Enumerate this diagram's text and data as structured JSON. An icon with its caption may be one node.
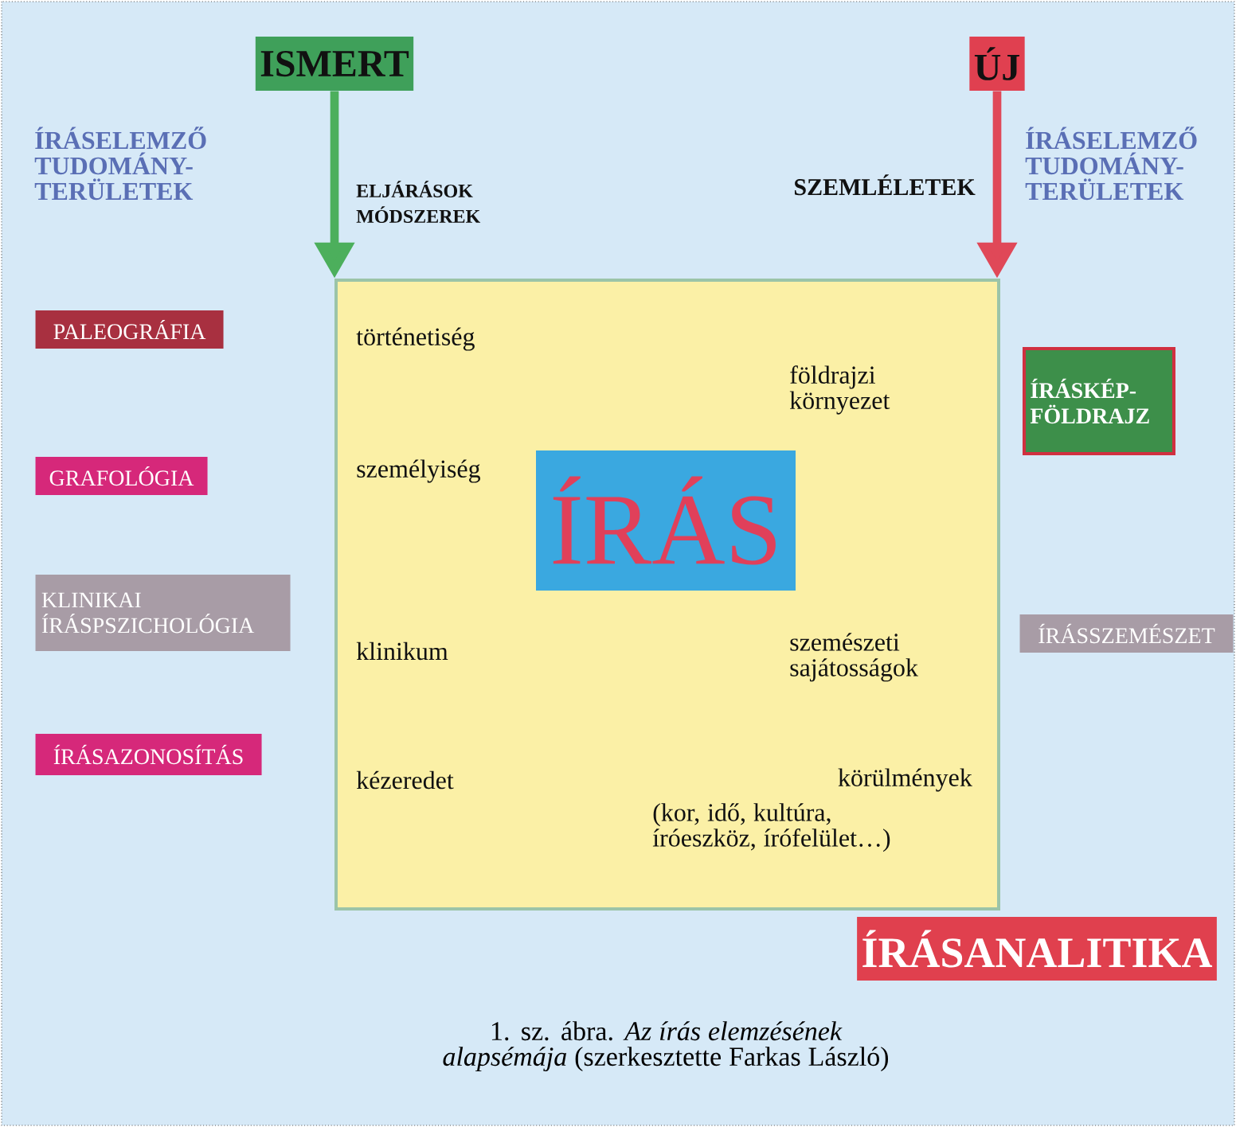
{
  "diagram": {
    "caption": "1. sz. ábra. *Az írás elemzésének alapsémája* (szerkesztette Farkas László)",
    "nodes": [
      {
        "text": [
          "ISMERT"
        ]
      },
      {
        "text": [
          "ÚJ"
        ]
      },
      {
        "text": [],
        "shape": "box"
      },
      {
        "text": [
          "ÍRÁS"
        ],
        "in": 2
      },
      {
        "text": [
          "PALEOGRÁFIA"
        ]
      },
      {
        "text": [
          "ÍRÁSKÉP- FÖLDRAJZ"
        ]
      },
      {
        "text": [
          "GRAFOLÓGIA"
        ]
      },
      {
        "text": [
          "KLINIKAI ÍRÁSPSZICHOLÓGIA"
        ]
      },
      {
        "text": [
          "ÍRÁSSZEMÉSZET"
        ]
      },
      {
        "text": [
          "ÍRÁSAZONOSÍTÁS"
        ]
      },
      {
        "text": [
          "ÍRÁSANALITIKA"
        ]
      }
    ],
    "edges": [
      {
        "from": 0,
        "to": 2,
        "arrow": "to",
        "color": "#4caf5c"
      },
      {
        "from": 1,
        "to": 2,
        "arrow": "to",
        "color": "#e04858"
      }
    ],
    "labels": [
      "ÍRÁSELEMZŐ TUDOMÁNY- TERÜLETEK",
      "ELJÁRÁSOK MÓDSZEREK",
      "SZEMLÉLETEK",
      "ÍRÁSELEMZŐ TUDOMÁNY- TERÜLETEK",
      "történetiség",
      "földrajzi környezet",
      "személyiség",
      "klinikum",
      "szemészeti sajátosságok",
      "kézeredet",
      "körülmények",
      "(kor, idő, kultúra, íróeszköz, írófelület…)"
    ]
  }
}
